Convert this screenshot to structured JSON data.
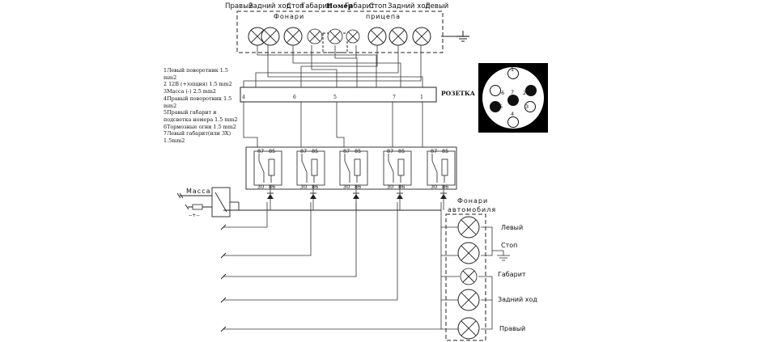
{
  "trailer_lamps": {
    "header_text": [
      "Правый",
      "Задний ход",
      "Стоп",
      "Габарит",
      "Номер",
      "Габарит",
      "Стоп",
      "Задний ход",
      "Левый"
    ],
    "box_label_left": "Фонари",
    "box_label_right": "прицепа"
  },
  "legend": [
    "1Левый поворотник  1.5 mm2",
    "2 12В (+)опция)         1.5 mm2",
    "3Масса (-) 2.5 mm2",
    "4Правый поворотник 1.5 mm2",
    "5Правый габарит и подсветка номера      1.5 mm2",
    "6Тормозные огни         1.5 mm2",
    "7Левый габарит(или 3Х)",
    "1.5mm2"
  ],
  "socket_strip": {
    "label": "РОЗЕТКА",
    "pins": [
      "4",
      "6",
      "5",
      "7",
      "1"
    ]
  },
  "socket_face": {
    "pins": [
      "1",
      "2",
      "3",
      "4",
      "5",
      "6",
      "7"
    ]
  },
  "relays": {
    "pins_top": [
      "87",
      "85"
    ],
    "pins_bottom": [
      "30",
      "86"
    ]
  },
  "ground": {
    "label": "Масса",
    "minus_label": "--+--"
  },
  "car_lamps": {
    "title_line1": "Фонари",
    "title_line2": "автомобиля",
    "labels": [
      "Левый",
      "Стоп",
      "Габарит",
      "Задний ход",
      "Правый"
    ]
  }
}
